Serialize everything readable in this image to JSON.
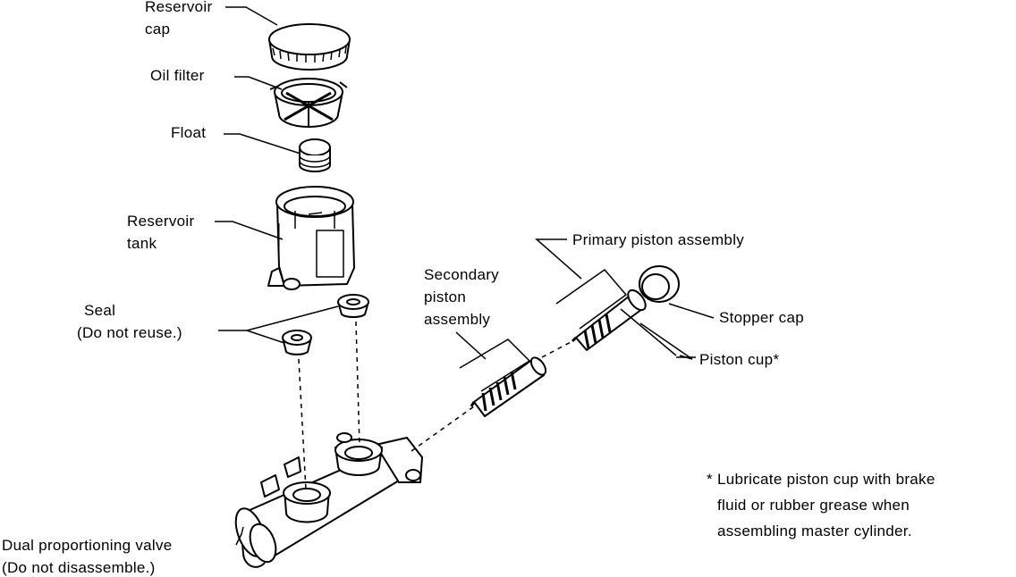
{
  "labels": {
    "reservoir_cap": [
      "Reservoir",
      "cap"
    ],
    "oil_filter": "Oil filter",
    "float": "Float",
    "reservoir_tank": [
      "Reservoir",
      "tank"
    ],
    "seal": [
      "Seal",
      "(Do not reuse.)"
    ],
    "secondary_piston": [
      "Secondary",
      "piston",
      "assembly"
    ],
    "primary_piston": "Primary piston assembly",
    "stopper_cap": "Stopper cap",
    "piston_cup": "Piston cup*",
    "dual_valve": [
      "Dual proportioning valve",
      "(Do not disassemble.)"
    ]
  },
  "note": [
    "* Lubricate piston cup with brake",
    "fluid or rubber grease when",
    "assembling master cylinder."
  ]
}
